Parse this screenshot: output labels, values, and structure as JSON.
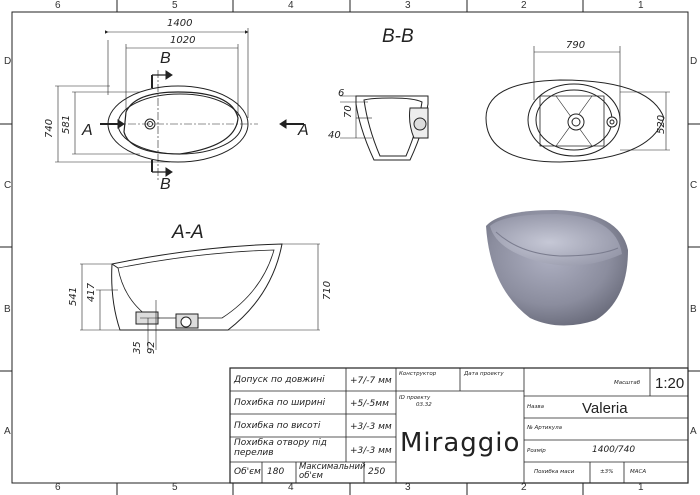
{
  "frame": {
    "top_zones": [
      "6",
      "5",
      "4",
      "3",
      "2",
      "1"
    ],
    "bottom_zones": [
      "6",
      "5",
      "4",
      "3",
      "2",
      "1"
    ],
    "left_zones": [
      "D",
      "C",
      "B",
      "A"
    ],
    "right_zones": [
      "D",
      "C",
      "B",
      "A"
    ]
  },
  "views": {
    "bb_title": "B-B",
    "aa_title": "A-A",
    "section_marks": {
      "b_top": "B",
      "b_bottom": "B",
      "a_left": "A",
      "a_right": "A"
    }
  },
  "dimensions": {
    "plan_length": "1400",
    "plan_inner_length": "1020",
    "plan_width": "740",
    "plan_inner_width": "581",
    "bb_6": "6",
    "bb_70": "70",
    "bb_40": "40",
    "back_length": "790",
    "back_width": "520",
    "aa_541": "541",
    "aa_417": "417",
    "aa_710": "710",
    "aa_35": "35",
    "aa_92": "92"
  },
  "title_block": {
    "rows": [
      {
        "label": "Допуск по довжині",
        "value": "+7/-7 мм"
      },
      {
        "label": "Похибка по ширині",
        "value": "+5/-5мм"
      },
      {
        "label": "Похибка по висоті",
        "value": "+3/-3 мм"
      },
      {
        "label": "Похибка отвору під перелив",
        "value": "+3/-3 мм"
      }
    ],
    "volume_label": "Об'єм",
    "volume_value": "180",
    "max_volume_label": "Максимальний об'єм",
    "max_volume_value": "250",
    "designer_label": "Конструктор",
    "project_date_label": "Дата проекту",
    "project_id_label": "ID проекту",
    "project_id_value": "03.32",
    "scale_label": "Масштаб",
    "scale_value": "1:20",
    "name_label": "Назва",
    "name_value": "Valeria",
    "article_label": "№ Артикула",
    "size_label": "Розмір",
    "size_value": "1400/740",
    "mass_tol_label": "Похибка маси",
    "mass_tol_value": "±3%",
    "mass_label": "МАСА",
    "brand": "Miraggio"
  }
}
